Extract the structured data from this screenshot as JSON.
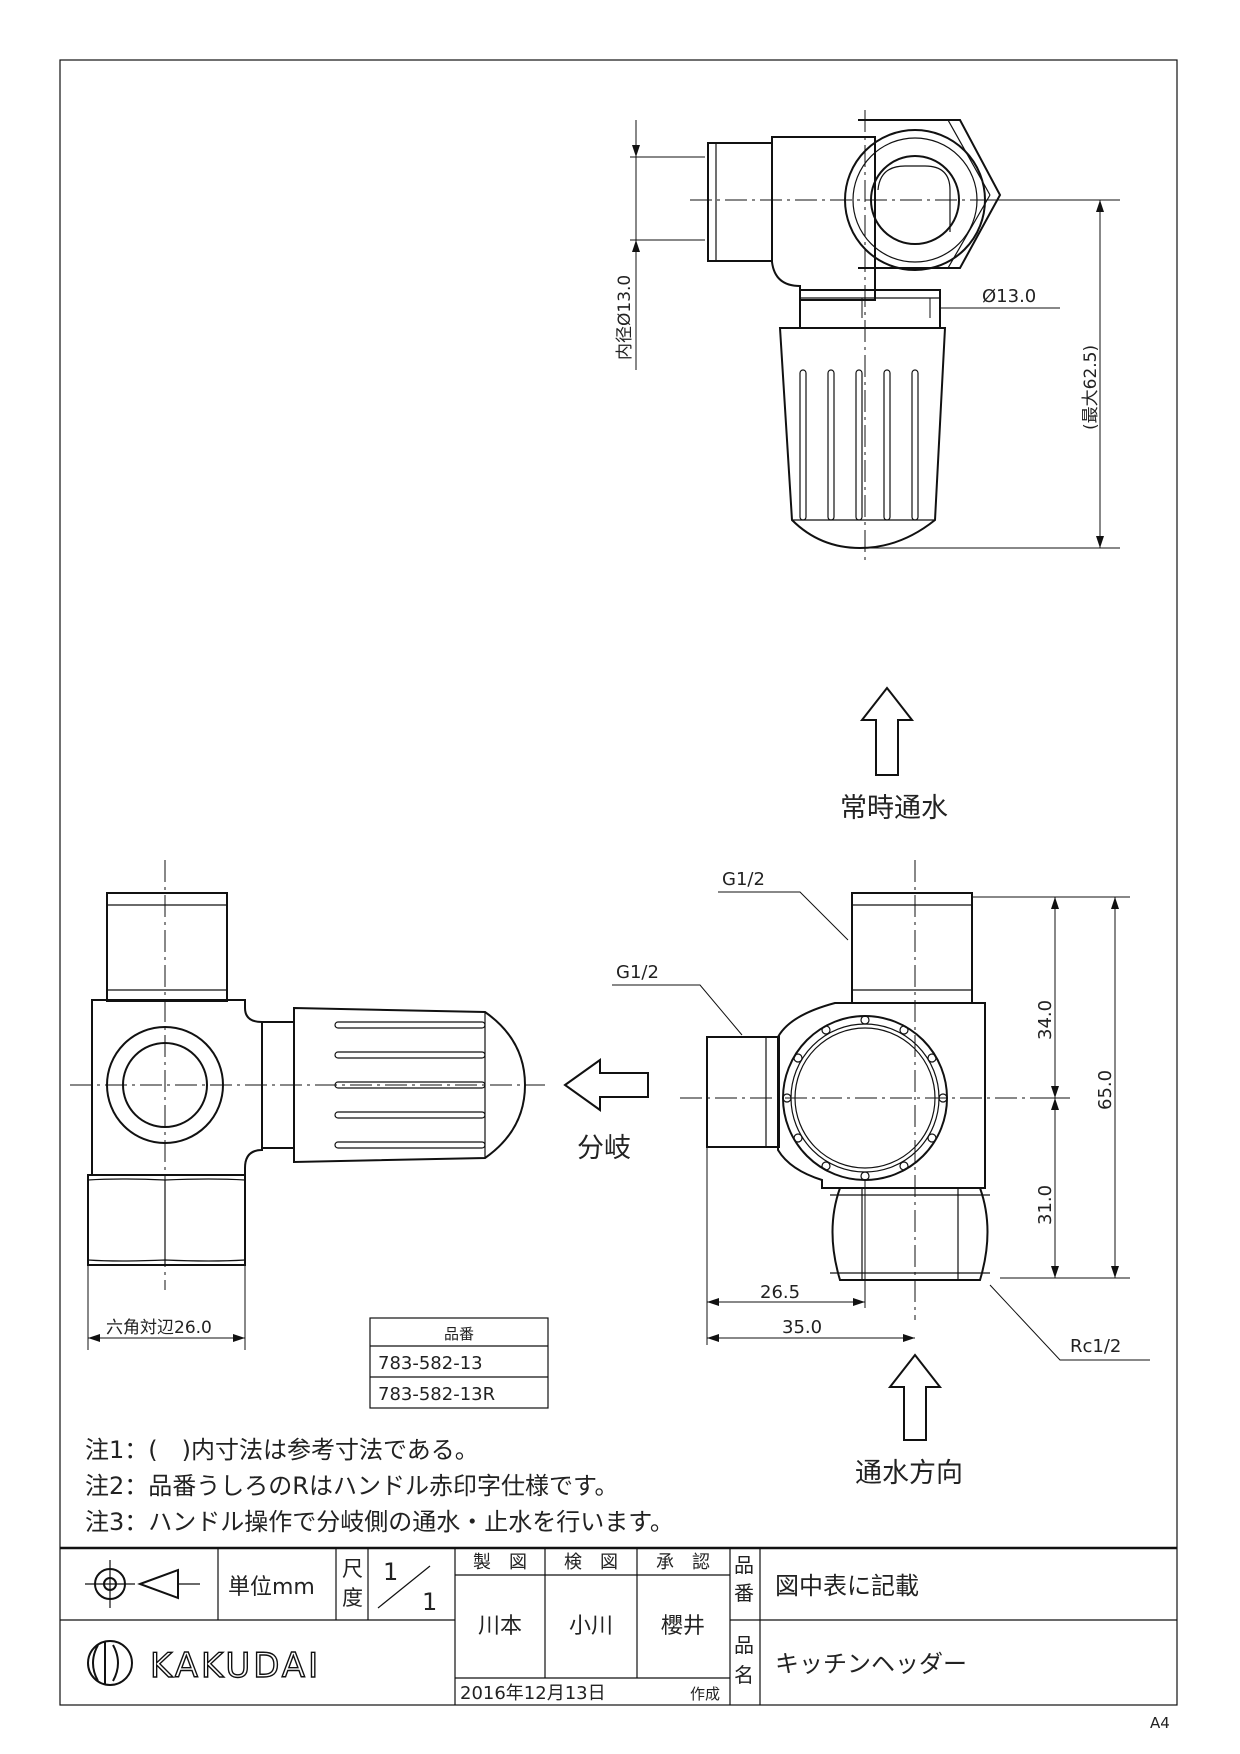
{
  "drawing": {
    "top_view": {
      "inner_diameter": "内径Ø13.0",
      "diameter": "Ø13.0",
      "max_height": "(最大62.5)"
    },
    "front_view": {
      "thread_top": "G1/2",
      "thread_side": "G1/2",
      "thread_bottom": "Rc1/2",
      "dim_upper": "34.0",
      "dim_lower": "31.0",
      "dim_total": "65.0",
      "dim_width_a": "26.5",
      "dim_width_b": "35.0"
    },
    "side_view": {
      "hex_width": "六角対辺26.0"
    },
    "flow_labels": {
      "normal": "常時通水",
      "branch": "分岐",
      "direction": "通水方向"
    }
  },
  "part_table": {
    "header": "品番",
    "rows": [
      "783-582-13",
      "783-582-13R"
    ]
  },
  "notes": [
    "注1：(　)内寸法は参考寸法である。",
    "注2：品番うしろのRはハンドル赤印字仕様です。",
    "注3：ハンドル操作で分岐側の通水・止水を行います。"
  ],
  "title_block": {
    "unit": "単位mm",
    "scale_label": [
      "尺",
      "度"
    ],
    "scale_num": "1",
    "scale_den": "1",
    "drawn_label": "製　図",
    "checked_label": "検　図",
    "approved_label": "承　認",
    "drawn_by": "川本",
    "checked_by": "小川",
    "approved_by": "櫻井",
    "date": "2016年12月13日",
    "date_suffix": "作成",
    "part_no_label": [
      "品",
      "番"
    ],
    "part_no_value": "図中表に記載",
    "part_name_label": [
      "品",
      "名"
    ],
    "part_name_value": "キッチンヘッダー",
    "company": "KAKUDAI",
    "paper_size": "A4"
  }
}
